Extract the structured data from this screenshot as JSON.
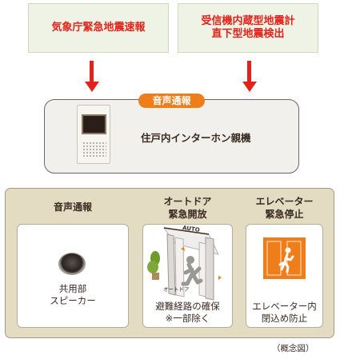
{
  "sources": {
    "jma": "気象庁緊急地震速報",
    "seismometer_line1": "受信機内蔵型地震計",
    "seismometer_line2": "直下型地震検出"
  },
  "intercom": {
    "badge": "音声通報",
    "label": "住戸内インターホン親機"
  },
  "columns": {
    "announce": {
      "heading": "音声通報",
      "card_line1": "共用部",
      "card_line2": "スピーカー"
    },
    "autodoor": {
      "heading_line1": "オートドア",
      "heading_line2": "緊急開放",
      "door_top_label": "AUTO",
      "door_side_label": "オートドア",
      "card_line1": "避難経路の確保",
      "card_line2": "※一部除く"
    },
    "elevator": {
      "heading_line1": "エレベーター",
      "heading_line2": "緊急停止",
      "card_line1": "エレベーター内",
      "card_line2": "閉込め防止"
    }
  },
  "caption": "（概念図）",
  "colors": {
    "red": "#e2231a",
    "orange": "#ee7d1a",
    "frame_beige": "#e3dcc3",
    "source_green": "#eef3e6"
  }
}
